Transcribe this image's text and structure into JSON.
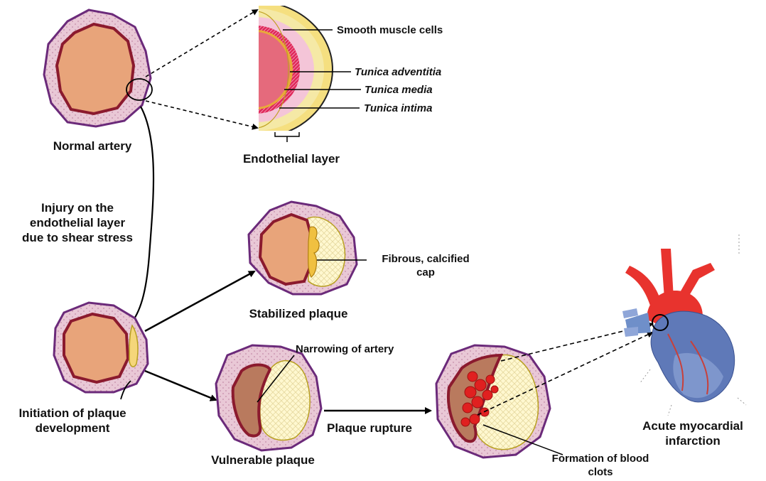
{
  "labels": {
    "normal_artery": "Normal artery",
    "endothelial_layer": "Endothelial layer",
    "smooth_muscle": "Smooth muscle cells",
    "adventitia": "Tunica adventitia",
    "media": "Tunica media",
    "intima": "Tunica intima",
    "injury_line1": "Injury on the",
    "injury_line2": "endothelial layer",
    "injury_line3": "due to shear stress",
    "initiation_line1": "Initiation of plaque",
    "initiation_line2": "development",
    "fibrous_line1": "Fibrous, calcified",
    "fibrous_line2": "cap",
    "stabilized": "Stabilized plaque",
    "narrowing": "Narrowing of artery",
    "vulnerable": "Vulnerable plaque",
    "rupture": "Plaque rupture",
    "clots_line1": "Formation of blood",
    "clots_line2": "clots",
    "ami_line1": "Acute myocardial",
    "ami_line2": "infarction"
  },
  "colors": {
    "outer_wall": "#E9C8D6",
    "outer_wall_stroke": "#6B2A7A",
    "lumen": "#E8A47A",
    "lumen_stroke": "#8B1A2E",
    "plaque": "#FFF8D0",
    "plaque_stroke": "#B8A020",
    "clot": "#E02020",
    "heart_red": "#E8332E",
    "heart_blue": "#5F79B8"
  }
}
